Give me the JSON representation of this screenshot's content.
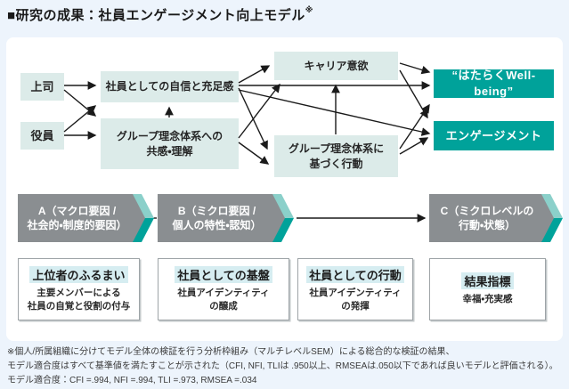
{
  "header": {
    "title": "■研究の成果：社員エンゲージメント向上モデル",
    "note_mark": "※"
  },
  "colors": {
    "accent_teal": "#00A29A",
    "accent_teal_light": "#8BD0CA",
    "band_gray": "#8A8E91",
    "node_fill": "#DCEBE9",
    "page_background": "#EDF4FC",
    "card_title_highlight": "#D6EDF1"
  },
  "flow": {
    "boss": "上司",
    "executive": "役員",
    "confidence": "社員としての自信と充足感",
    "empathy": {
      "line1": "グループ理念体系への",
      "line2": "共感・理解"
    },
    "career": "キャリア意欲",
    "principle_action": {
      "line1": "グループ理念体系に",
      "line2": "基づく行動"
    },
    "wellbeing": "“はたらくWell-being”",
    "engagement": "エンゲージメント"
  },
  "bands": [
    {
      "line1": "A（マクロ要因 /",
      "line2": "社会的・制度的要因）"
    },
    {
      "line1": "B（ミクロ要因 /",
      "line2": "個人の特性・認知）"
    },
    {
      "line1": "C（ミクロレベルの",
      "line2": "行動・状態）"
    }
  ],
  "cards": [
    {
      "title": "上位者のふるまい",
      "body_line1": "主要メンバーによる",
      "body_line2": "社員の自覚と役割の付与"
    },
    {
      "title": "社員としての基盤",
      "body_line1": "社員アイデンティティ",
      "body_line2": "の醸成"
    },
    {
      "title": "社員としての行動",
      "body_line1": "社員アイデンティティ",
      "body_line2": "の発揮"
    },
    {
      "title": "結果指標",
      "body_line1": "幸福・充実感",
      "body_line2": ""
    }
  ],
  "footnotes": {
    "line1": "※個人/所属組織に分けてモデル全体の検証を行う分析枠組み（マルチレベルSEM）による総合的な検証の結果、",
    "line2": "モデル適合度はすべて基準値を満たすことが示された（CFI, NFI, TLIは .950以上、RMSEAは.050以下であれば良いモデルと評価される）。",
    "line3": "モデル適合度：CFI =.994, NFI =.994, TLI =.973, RMSEA =.034"
  }
}
